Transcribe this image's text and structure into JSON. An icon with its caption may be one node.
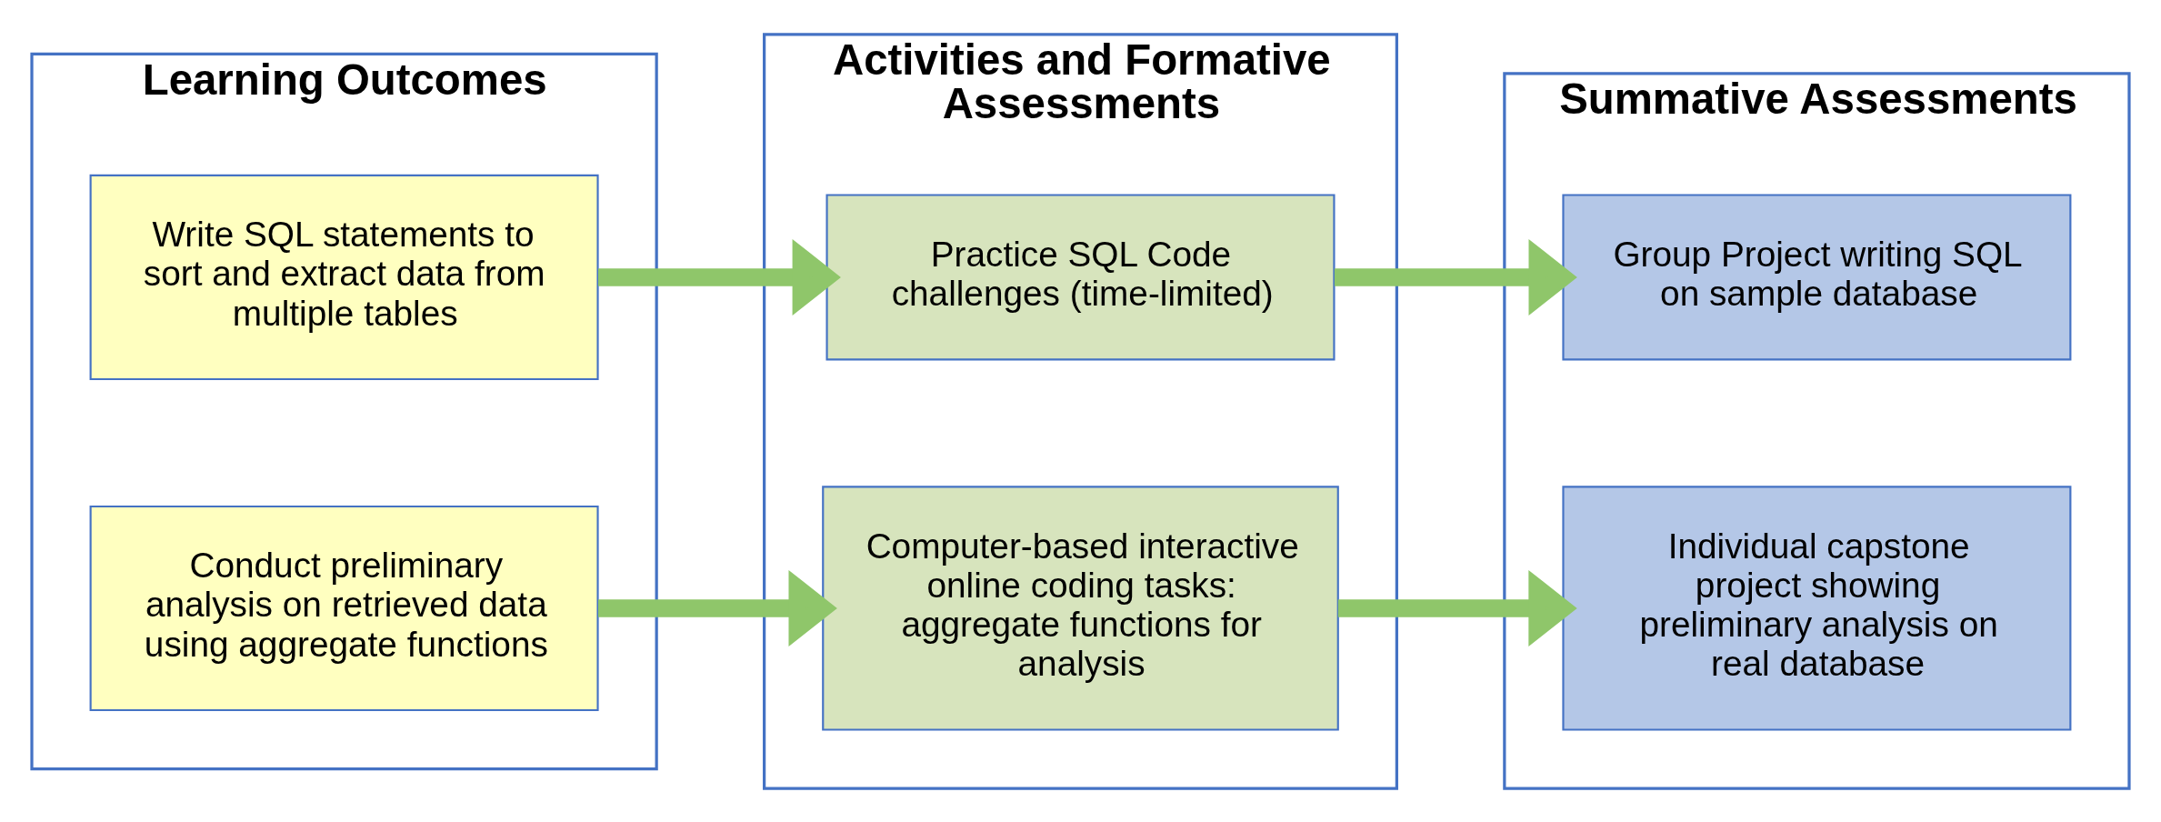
{
  "diagram": {
    "nodes": [
      {
        "text": [
          "Learning Outcomes"
        ]
      },
      {
        "text": [
          "Write SQL statements to sort and extract data from multiple tables"
        ],
        "in": 0
      },
      {
        "text": [
          "Conduct preliminary analysis on retrieved data using aggregate functions"
        ],
        "in": 0
      },
      {
        "text": [
          "Activities and Formative Assessments"
        ]
      },
      {
        "text": [
          "Practice SQL Code challenges (time-limited)"
        ],
        "in": 3
      },
      {
        "text": [
          "Computer-based interactive online coding tasks: aggregate functions for analysis"
        ],
        "in": 3
      },
      {
        "text": [
          "Summative Assessments"
        ]
      },
      {
        "text": [
          "Group Project writing SQL on sample database"
        ],
        "in": 6
      },
      {
        "text": [
          "Individual capstone project showing preliminary analysis on real database"
        ],
        "in": 6
      }
    ],
    "edges": [
      {
        "from": 1,
        "to": 4,
        "arrow": "to"
      },
      {
        "from": 2,
        "to": 5,
        "arrow": "to"
      },
      {
        "from": 4,
        "to": 7,
        "arrow": "to"
      },
      {
        "from": 5,
        "to": 8,
        "arrow": "to"
      }
    ]
  }
}
